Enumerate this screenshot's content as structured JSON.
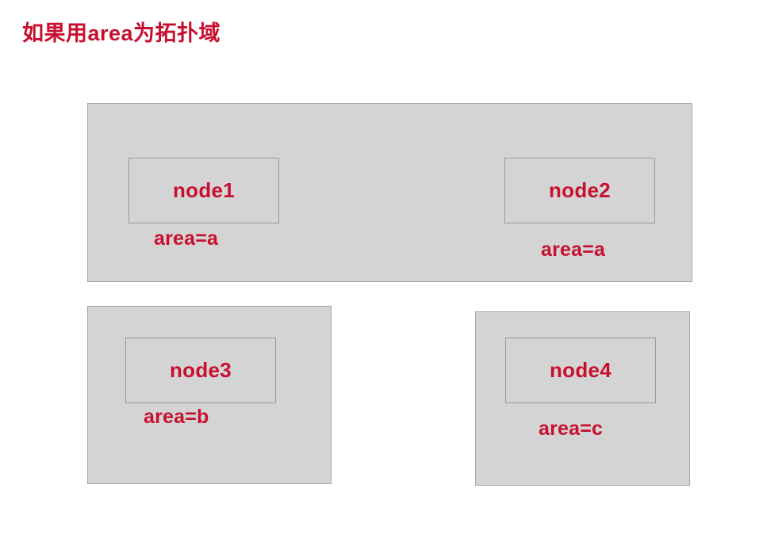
{
  "slide": {
    "title": "如果用area为拓扑域",
    "colors": {
      "accent_red": "#C8102E",
      "box_fill": "#D4D4D4",
      "box_border": "#A6A6A6",
      "background": "#FFFFFF"
    }
  },
  "areas": [
    {
      "id": "a",
      "nodes": [
        {
          "label": "node1",
          "area_label": "area=a"
        },
        {
          "label": "node2",
          "area_label": "area=a"
        }
      ]
    },
    {
      "id": "b",
      "nodes": [
        {
          "label": "node3",
          "area_label": "area=b"
        }
      ]
    },
    {
      "id": "c",
      "nodes": [
        {
          "label": "node4",
          "area_label": "area=c"
        }
      ]
    }
  ]
}
